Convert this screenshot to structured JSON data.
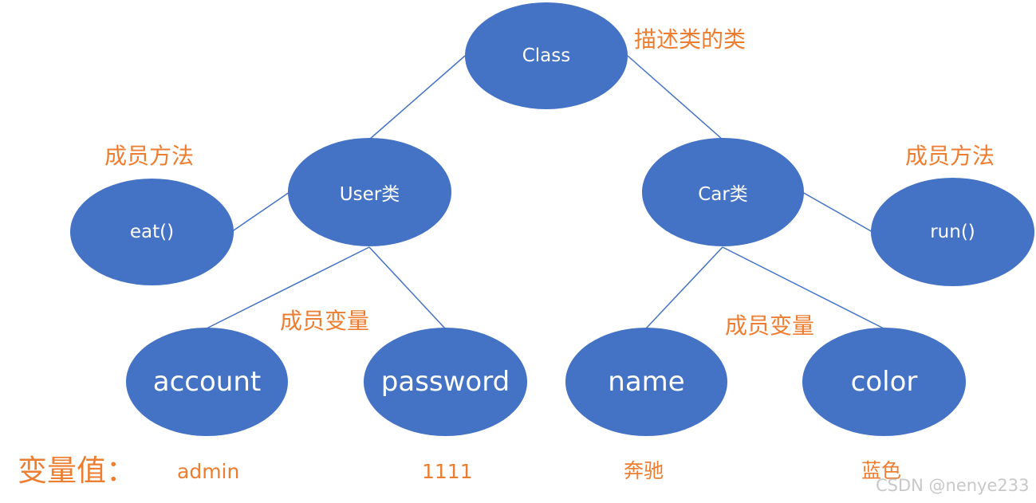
{
  "nodes": {
    "class": "Class",
    "user": "User类",
    "car": "Car类",
    "eat": "eat()",
    "run": "run()",
    "account": "account",
    "password": "password",
    "name": "name",
    "color": "color"
  },
  "annotations": {
    "class_desc": "描述类的类",
    "method_left": "成员方法",
    "method_right": "成员方法",
    "field_left": "成员变量",
    "field_right": "成员变量",
    "values_heading": "变量值：",
    "value_account": "admin",
    "value_password": "1111",
    "value_name": "奔驰",
    "value_color": "蓝色"
  },
  "watermark": "CSDN @nenye233",
  "colors": {
    "node_fill": "#4472c4",
    "node_text": "#ffffff",
    "connector": "#4472c4",
    "annotation": "#ed7d31",
    "watermark": "#c8c8c8"
  }
}
